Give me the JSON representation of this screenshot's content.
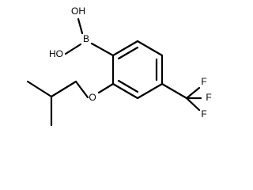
{
  "molecule": {
    "labels": {
      "oh_top": "OH",
      "oh_left": "HO",
      "boron": "B",
      "oxygen": "O",
      "fluorine_top": "F",
      "fluorine_right": "F",
      "fluorine_bottom": "F"
    }
  }
}
